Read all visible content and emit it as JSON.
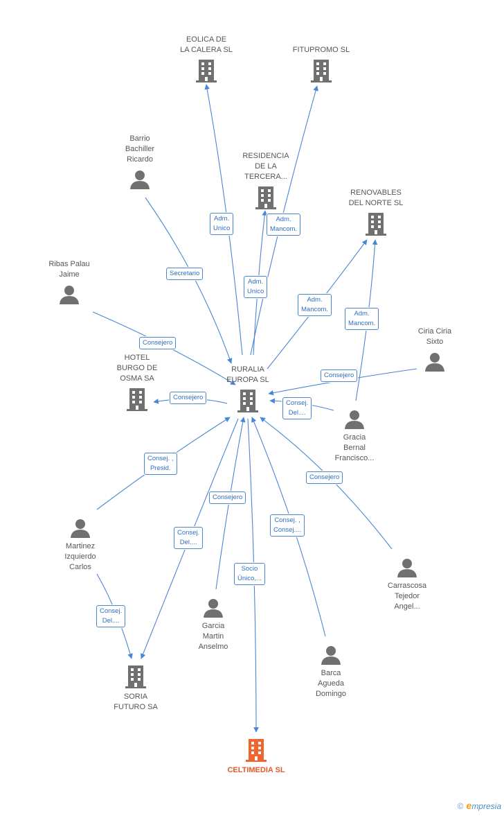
{
  "colors": {
    "edge": "#4a86d6",
    "company_icon": "#707070",
    "person_icon": "#707070",
    "focus_icon": "#f0642f"
  },
  "nodes": {
    "ruralia": {
      "label": "RURALIA\nEUROPA SL",
      "kind": "company"
    },
    "eolica": {
      "label": "EOLICA DE\nLA CALERA SL",
      "kind": "company"
    },
    "fitupromo": {
      "label": "FITUPROMO SL",
      "kind": "company"
    },
    "residencia": {
      "label": "RESIDENCIA\nDE LA\nTERCERA...",
      "kind": "company"
    },
    "renovables": {
      "label": "RENOVABLES\nDEL NORTE SL",
      "kind": "company"
    },
    "hotel": {
      "label": "HOTEL\nBURGO DE\nOSMA SA",
      "kind": "company"
    },
    "soria": {
      "label": "SORIA\nFUTURO SA",
      "kind": "company"
    },
    "celtimedia": {
      "label": "CELTIMEDIA SL",
      "kind": "focus"
    },
    "barrio": {
      "label": "Barrio\nBachiller\nRicardo",
      "kind": "person"
    },
    "ribas": {
      "label": "Ribas Palau\nJaime",
      "kind": "person"
    },
    "ciria": {
      "label": "Ciria Ciria\nSixto",
      "kind": "person"
    },
    "gracia": {
      "label": "Gracia\nBernal\nFrancisco...",
      "kind": "person"
    },
    "martinez": {
      "label": "Martinez\nIzquierdo\nCarlos",
      "kind": "person"
    },
    "garcia": {
      "label": "Garcia\nMartin\nAnselmo",
      "kind": "person"
    },
    "barca": {
      "label": "Barca\nAgueda\nDomingo",
      "kind": "person"
    },
    "carrascosa": {
      "label": "Carrascosa\nTejedor\nAngel...",
      "kind": "person"
    }
  },
  "edge_labels": {
    "adm_unico_eolica": "Adm.\nUnico",
    "adm_mancom_fitupromo": "Adm.\nMancom.",
    "adm_unico_residencia": "Adm.\nUnico",
    "adm_mancom_renovables": "Adm.\nMancom.",
    "adm_mancom_gracia": "Adm.\nMancom.",
    "secretario": "Secretario",
    "consejero_ribas": "Consejero",
    "consejero_hotel": "Consejero",
    "consejero_ciria": "Consejero",
    "consej_del_gracia": "Consej.\nDel....",
    "consej_presid": "Consej. ,\nPresid.",
    "consejero_garcia": "Consejero",
    "consej_del_soria": "Consej.\nDel....",
    "consejero_carrascosa": "Consejero",
    "consej_consej": "Consej. ,\nConsej....",
    "socio_unico": "Socio\nÚnico,...",
    "consej_del_martinez": "Consej.\nDel...."
  },
  "footer": {
    "copyright": "©",
    "brand_initial": "e",
    "brand_rest": "mpresia"
  }
}
